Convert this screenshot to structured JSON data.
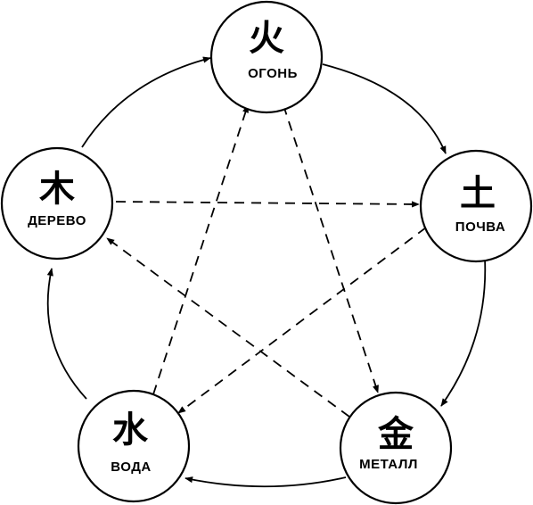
{
  "elements": {
    "fire": {
      "glyph": "火",
      "label": "ОГОНЬ"
    },
    "earth": {
      "glyph": "土",
      "label": "ПОЧВА"
    },
    "metal": {
      "glyph": "金",
      "label": "МЕТАЛЛ"
    },
    "water": {
      "glyph": "水",
      "label": "ВОДА"
    },
    "wood": {
      "glyph": "木",
      "label": "ДЕРЕВО"
    }
  },
  "colors": {
    "ink": "#000000",
    "paper": "#ffffff"
  }
}
